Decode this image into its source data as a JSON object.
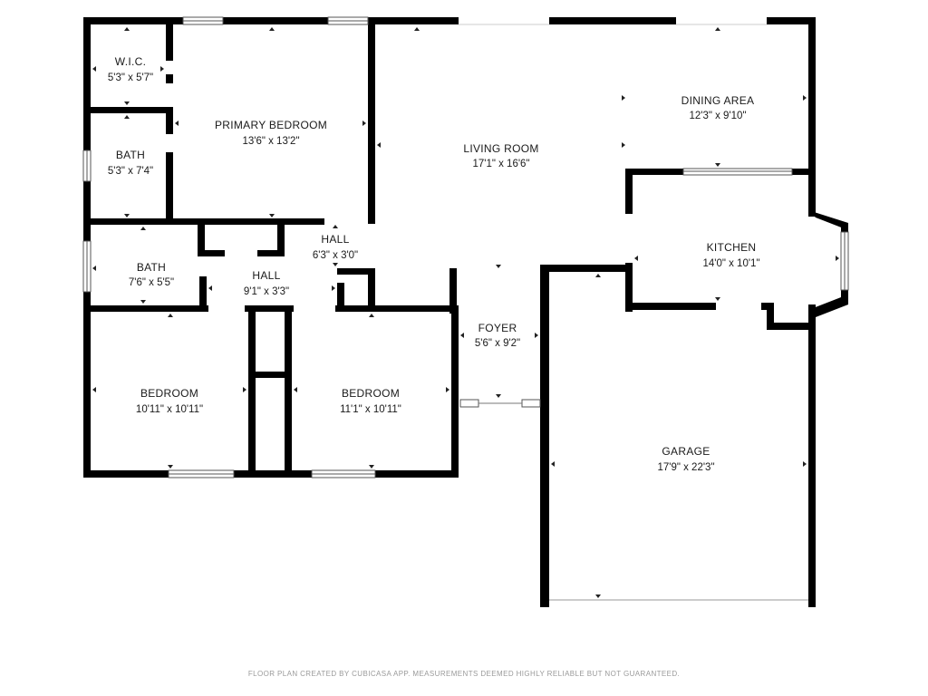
{
  "rooms": {
    "wic": {
      "name": "W.I.C.",
      "dims": "5'3\" x 5'7\""
    },
    "bath_primary": {
      "name": "BATH",
      "dims": "5'3\" x 7'4\""
    },
    "primary_bedroom": {
      "name": "PRIMARY BEDROOM",
      "dims": "13'6\" x 13'2\""
    },
    "living_room": {
      "name": "LIVING ROOM",
      "dims": "17'1\" x 16'6\""
    },
    "dining_area": {
      "name": "DINING AREA",
      "dims": "12'3\" x 9'10\""
    },
    "hall_upper": {
      "name": "HALL",
      "dims": "6'3\" x 3'0\""
    },
    "bath_hall": {
      "name": "BATH",
      "dims": "7'6\" x 5'5\""
    },
    "hall_lower": {
      "name": "HALL",
      "dims": "9'1\" x 3'3\""
    },
    "kitchen": {
      "name": "KITCHEN",
      "dims": "14'0\" x 10'1\""
    },
    "foyer": {
      "name": "FOYER",
      "dims": "5'6\" x 9'2\""
    },
    "bedroom_left": {
      "name": "BEDROOM",
      "dims": "10'11\" x 10'11\""
    },
    "bedroom_right": {
      "name": "BEDROOM",
      "dims": "11'1\" x 10'11\""
    },
    "garage": {
      "name": "GARAGE",
      "dims": "17'9\" x 22'3\""
    }
  },
  "disclaimer": "FLOOR PLAN CREATED BY CUBICASA APP. MEASUREMENTS DEEMED HIGHLY RELIABLE BUT NOT GUARANTEED.",
  "colors": {
    "wall": "#000000",
    "text": "#1a1a1a",
    "disclaimer": "#9a9a9a"
  }
}
